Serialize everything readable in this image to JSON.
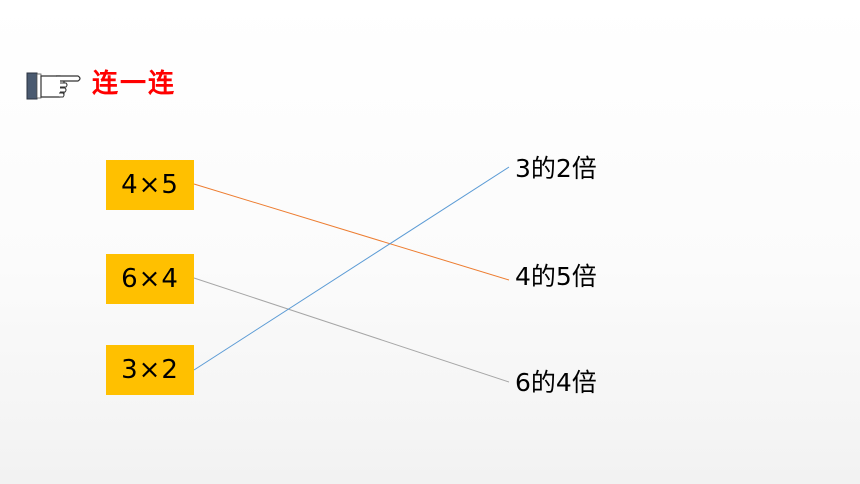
{
  "header": {
    "icon": "pointing-hand-icon",
    "title": "连一连"
  },
  "left_items": [
    {
      "label": "4×5"
    },
    {
      "label": "6×4"
    },
    {
      "label": "3×2"
    }
  ],
  "right_items": [
    {
      "label": "3的2倍"
    },
    {
      "label": "4的5倍"
    },
    {
      "label": "6的4倍"
    }
  ],
  "connections": [
    {
      "from": "4×5",
      "to": "4的5倍",
      "color": "#ed7d31"
    },
    {
      "from": "6×4",
      "to": "6的4倍",
      "color": "#a6a6a6"
    },
    {
      "from": "3×2",
      "to": "3的2倍",
      "color": "#5b9bd5"
    }
  ],
  "colors": {
    "title": "#ff0000",
    "box_fill": "#ffc000"
  }
}
